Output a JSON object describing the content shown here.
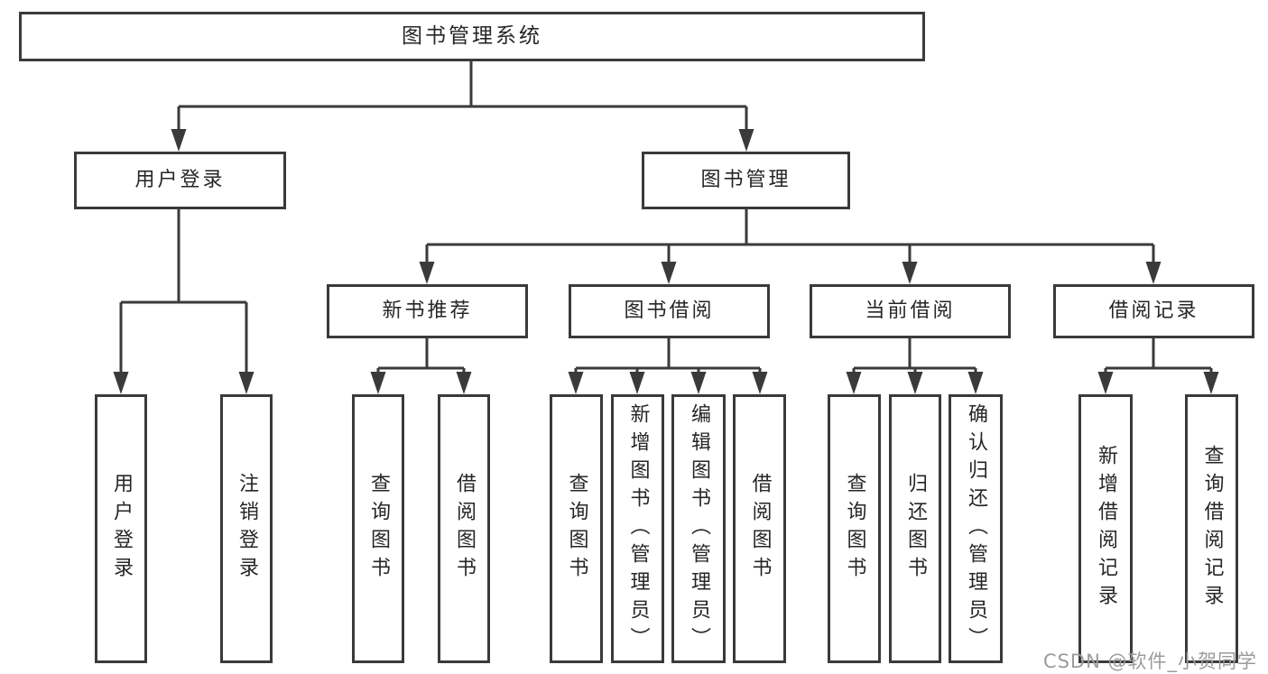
{
  "diagram": {
    "title": "图书管理系统",
    "nodes": {
      "root": {
        "label": "图书管理系统"
      },
      "user_login": {
        "label": "用户登录"
      },
      "book_management": {
        "label": "图书管理"
      },
      "new_book_recommend": {
        "label": "新书推荐"
      },
      "book_borrow": {
        "label": "图书借阅"
      },
      "current_borrow": {
        "label": "当前借阅"
      },
      "borrow_record": {
        "label": "借阅记录"
      },
      "leaf_user_login": {
        "label": "用户登录"
      },
      "leaf_logout": {
        "label": "注销登录"
      },
      "leaf_query_book_recommend": {
        "label": "查询图书"
      },
      "leaf_borrow_book_recommend": {
        "label": "借阅图书"
      },
      "leaf_query_book_borrow": {
        "label": "查询图书"
      },
      "leaf_add_book_admin": {
        "label": "新增图书（管理员）"
      },
      "leaf_edit_book_admin": {
        "label": "编辑图书（管理员）"
      },
      "leaf_borrow_book": {
        "label": "借阅图书"
      },
      "leaf_query_book_current": {
        "label": "查询图书"
      },
      "leaf_return_book": {
        "label": "归还图书"
      },
      "leaf_confirm_return_admin": {
        "label": "确认归还（管理员）"
      },
      "leaf_add_borrow_record": {
        "label": "新增借阅记录"
      },
      "leaf_query_borrow_record": {
        "label": "查询借阅记录"
      }
    },
    "tree": {
      "root": [
        "user_login",
        "book_management"
      ],
      "user_login": [
        "leaf_user_login",
        "leaf_logout"
      ],
      "book_management": [
        "new_book_recommend",
        "book_borrow",
        "current_borrow",
        "borrow_record"
      ],
      "new_book_recommend": [
        "leaf_query_book_recommend",
        "leaf_borrow_book_recommend"
      ],
      "book_borrow": [
        "leaf_query_book_borrow",
        "leaf_add_book_admin",
        "leaf_edit_book_admin",
        "leaf_borrow_book"
      ],
      "current_borrow": [
        "leaf_query_book_current",
        "leaf_return_book",
        "leaf_confirm_return_admin"
      ],
      "borrow_record": [
        "leaf_add_borrow_record",
        "leaf_query_borrow_record"
      ]
    },
    "watermark": "CSDN @软件_小贺同学",
    "colors": {
      "line": "#3a3a3a",
      "box_border": "#3a3a3a",
      "text": "#262626",
      "watermark": "#9b9b9b",
      "background": "#ffffff"
    }
  }
}
